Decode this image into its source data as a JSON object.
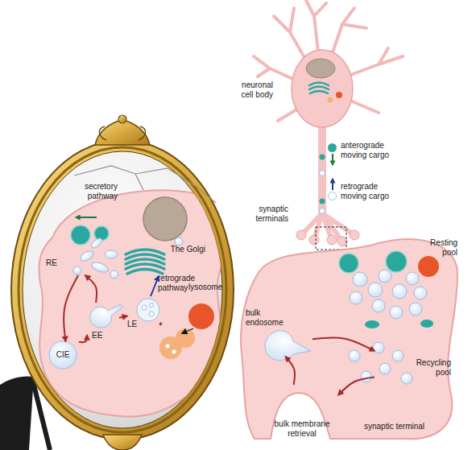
{
  "diagram": {
    "nodes": [
      {
        "text": [
          "The Golgi"
        ]
      },
      {
        "text": [
          "lysosome"
        ]
      },
      {
        "text": [
          "RE"
        ]
      },
      {
        "text": [
          "EE"
        ]
      },
      {
        "text": [
          "LE"
        ]
      },
      {
        "text": [
          "CIE"
        ]
      },
      {
        "text": [
          "bulk endosome"
        ]
      },
      {
        "text": [
          "Recycling pool"
        ]
      },
      {
        "text": [
          "bulk membrane retrieval"
        ]
      }
    ],
    "edges": [
      {
        "from": 2,
        "to": 5,
        "arrow": "to"
      },
      {
        "from": 5,
        "to": 3,
        "arrow": "to"
      },
      {
        "from": 3,
        "to": 2,
        "arrow": "to"
      },
      {
        "from": 3,
        "to": 4,
        "arrow": "to"
      },
      {
        "from": 4,
        "to": 0,
        "label": "retrograde pathway",
        "arrow": "to"
      },
      {
        "from": 8,
        "to": 6,
        "arrow": "to"
      },
      {
        "from": 6,
        "to": 7,
        "arrow": "to"
      },
      {
        "from": 7,
        "to": 8,
        "arrow": "to"
      }
    ],
    "labels": [
      "secretory pathway",
      "*",
      "neuronal cell body",
      "synaptic terminals",
      "Resting pool",
      "synaptic terminal"
    ],
    "legend": [
      {
        "text": "anterograde moving cargo",
        "color": "#2aa89c"
      },
      {
        "text": "retrograde moving cargo"
      }
    ]
  }
}
